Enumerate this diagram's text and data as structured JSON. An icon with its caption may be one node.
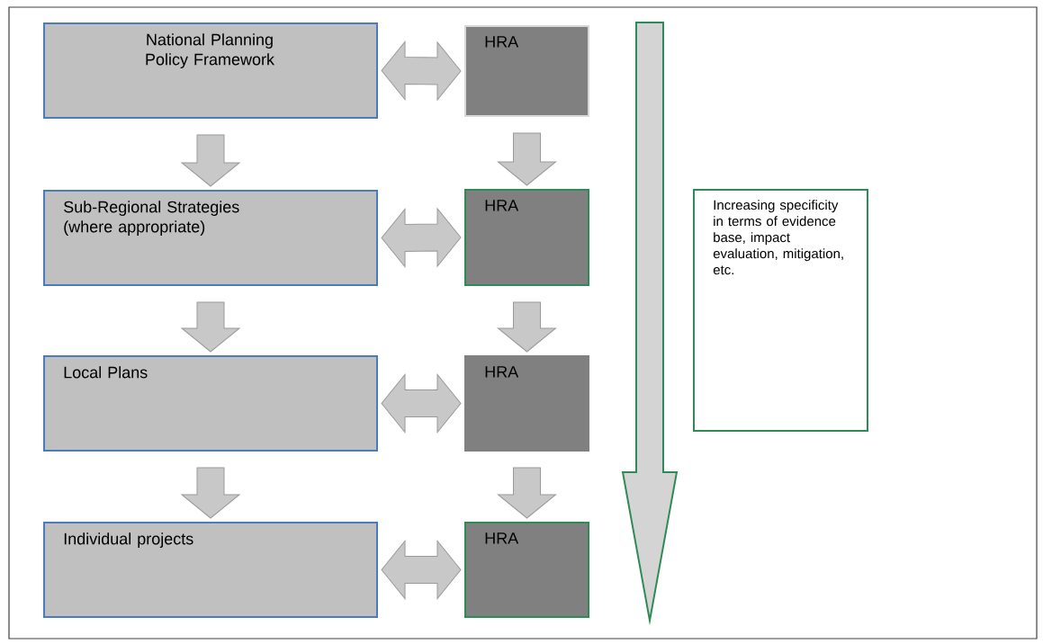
{
  "diagram": {
    "nodes": [
      {
        "text": [
          "National Planning Policy Framework"
        ]
      },
      {
        "text": [
          "HRA"
        ]
      },
      {
        "text": [
          "Sub-Regional Strategies (where appropriate)"
        ]
      },
      {
        "text": [
          "HRA"
        ]
      },
      {
        "text": [
          "Local Plans"
        ]
      },
      {
        "text": [
          "HRA"
        ]
      },
      {
        "text": [
          "Individual projects"
        ]
      },
      {
        "text": [
          "HRA"
        ]
      },
      {
        "text": [
          "Increasing specificity in terms of evidence base, impact evaluation, mitigation, etc."
        ]
      }
    ],
    "edges": [
      {
        "from": 0,
        "to": 1,
        "arrow": "both"
      },
      {
        "from": 0,
        "to": 2,
        "arrow": "to"
      },
      {
        "from": 1,
        "to": 3,
        "arrow": "to"
      },
      {
        "from": 2,
        "to": 3,
        "arrow": "both"
      },
      {
        "from": 2,
        "to": 4,
        "arrow": "to"
      },
      {
        "from": 3,
        "to": 5,
        "arrow": "to"
      },
      {
        "from": 4,
        "to": 5,
        "arrow": "both"
      },
      {
        "from": 4,
        "to": 6,
        "arrow": "to"
      },
      {
        "from": 5,
        "to": 7,
        "arrow": "to"
      },
      {
        "from": 6,
        "to": 7,
        "arrow": "both"
      }
    ]
  }
}
